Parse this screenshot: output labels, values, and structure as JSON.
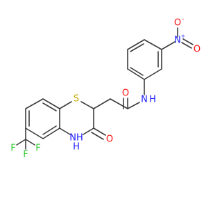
{
  "molecule": {
    "colors": {
      "bond": "#3c3c3c",
      "N": "#1a1aff",
      "O": "#ff0d0d",
      "S": "#c8a800",
      "F": "#33cc33"
    },
    "labels": {
      "nitro_N": "N",
      "nitro_N_charge": "+",
      "nitro_O_top": "O",
      "nitro_O_top_charge": "-",
      "nitro_O_right": "O",
      "amide_NH": "N",
      "amide_H": "H",
      "amide_O": "O",
      "ring_S": "S",
      "ring_NH": "NH",
      "ring_H": "H",
      "ketone_O": "O",
      "F1": "F",
      "F2": "F",
      "F3": "F"
    }
  }
}
